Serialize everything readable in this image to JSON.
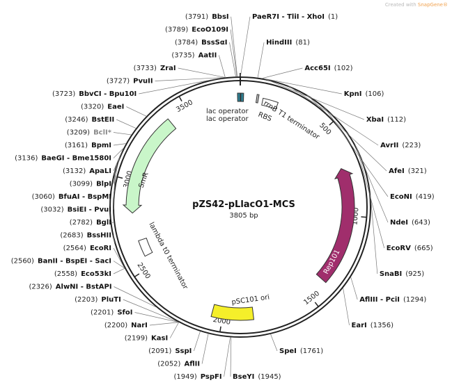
{
  "credit": {
    "prefix": "Created with",
    "brand": "SnapGene®"
  },
  "plasmid": {
    "name": "pZS42-pLlacO1-MCS",
    "size_label": "3805 bp",
    "length": 3805
  },
  "ticks": [
    {
      "pos": 500,
      "label": "500"
    },
    {
      "pos": 1000,
      "label": "1000"
    },
    {
      "pos": 1500,
      "label": "1500"
    },
    {
      "pos": 2000,
      "label": "2000"
    },
    {
      "pos": 2500,
      "label": "2500"
    },
    {
      "pos": 3000,
      "label": "3000"
    },
    {
      "pos": 3500,
      "label": "3500"
    }
  ],
  "features": [
    {
      "name": "lac operator",
      "start": 3790,
      "end": 3805,
      "color": "#2e7f92",
      "lane": 0
    },
    {
      "name": "lac operator",
      "start": 3,
      "end": 18,
      "color": "#2e7f92",
      "lane": 0
    },
    {
      "name": "RBS",
      "start": 90,
      "end": 100,
      "color": "#bdbdbd",
      "lane": 0
    },
    {
      "name": "rrnB T1 terminator",
      "start": 125,
      "end": 210,
      "color": "#ffffff",
      "lane": 0
    },
    {
      "name": "Rep101",
      "start": 1390,
      "end": 730,
      "color": "#a02e6c",
      "arrow": "ccw",
      "lane": 0
    },
    {
      "name": "pSC101 ori",
      "start": 1830,
      "end": 2060,
      "color": "#f5ef2a",
      "lane": 0
    },
    {
      "name": "lambda t0 terminator",
      "start": 2565,
      "end": 2660,
      "color": "#ffffff",
      "lane": 0
    },
    {
      "name": "SmR",
      "start": 3390,
      "end": 2820,
      "color": "#c9f6c9",
      "arrow": "ccw",
      "lane": 0
    }
  ],
  "feature_labels": [
    {
      "text": "lac operator"
    },
    {
      "text": "lac operator"
    },
    {
      "text": "RBS"
    },
    {
      "text": "rrnB T1 terminator"
    },
    {
      "text": "Rep101"
    },
    {
      "text": "pSC101 ori"
    },
    {
      "text": "lambda t0 terminator"
    },
    {
      "text": "SmR"
    }
  ],
  "sites_left": [
    {
      "name": "BbsI",
      "num": "(3791)",
      "pos": 3791,
      "dim": false
    },
    {
      "name": "EcoO109I",
      "num": "(3789)",
      "pos": 3789,
      "dim": false
    },
    {
      "name": "BssSαI",
      "num": "(3784)",
      "pos": 3784,
      "dim": false
    },
    {
      "name": "AatII",
      "num": "(3735)",
      "pos": 3735,
      "dim": false
    },
    {
      "name": "ZraI",
      "num": "(3733)",
      "pos": 3733,
      "dim": false
    },
    {
      "name": "PvuII",
      "num": "(3727)",
      "pos": 3727,
      "dim": false
    },
    {
      "name": "BbvCI - Bpu10I",
      "num": "(3723)",
      "pos": 3723,
      "dim": false
    },
    {
      "name": "EaeI",
      "num": "(3320)",
      "pos": 3320,
      "dim": false
    },
    {
      "name": "BstEII",
      "num": "(3246)",
      "pos": 3246,
      "dim": false
    },
    {
      "name": "BclI*",
      "num": "(3209)",
      "pos": 3209,
      "dim": true
    },
    {
      "name": "BpmI",
      "num": "(3161)",
      "pos": 3161,
      "dim": false
    },
    {
      "name": "BaeGI - Bme1580I",
      "num": "(3136)",
      "pos": 3136,
      "dim": false
    },
    {
      "name": "ApaLI",
      "num": "(3132)",
      "pos": 3132,
      "dim": false
    },
    {
      "name": "BlpI",
      "num": "(3099)",
      "pos": 3099,
      "dim": false
    },
    {
      "name": "BfuAI - BspMI",
      "num": "(3060)",
      "pos": 3060,
      "dim": false
    },
    {
      "name": "BsiEI - PvuI",
      "num": "(3032)",
      "pos": 3032,
      "dim": false
    },
    {
      "name": "BglI",
      "num": "(2782)",
      "pos": 2782,
      "dim": false
    },
    {
      "name": "BssHII",
      "num": "(2683)",
      "pos": 2683,
      "dim": false
    },
    {
      "name": "EcoRI",
      "num": "(2564)",
      "pos": 2564,
      "dim": false
    },
    {
      "name": "BanII - BspEI - SacI",
      "num": "(2560)",
      "pos": 2560,
      "dim": false
    },
    {
      "name": "Eco53kI",
      "num": "(2558)",
      "pos": 2558,
      "dim": false
    },
    {
      "name": "AlwNI - BstAPI",
      "num": "(2326)",
      "pos": 2326,
      "dim": false
    },
    {
      "name": "PluTI",
      "num": "(2203)",
      "pos": 2203,
      "dim": false
    },
    {
      "name": "SfoI",
      "num": "(2201)",
      "pos": 2201,
      "dim": false
    },
    {
      "name": "NarI",
      "num": "(2200)",
      "pos": 2200,
      "dim": false
    },
    {
      "name": "KasI",
      "num": "(2199)",
      "pos": 2199,
      "dim": false
    },
    {
      "name": "SspI",
      "num": "(2091)",
      "pos": 2091,
      "dim": false
    },
    {
      "name": "AflII",
      "num": "(2052)",
      "pos": 2052,
      "dim": false
    },
    {
      "name": "PspFI",
      "num": "(1949)",
      "pos": 1949,
      "dim": false
    }
  ],
  "sites_right": [
    {
      "name": "PaeR7I - TliI - XhoI",
      "num": "(1)",
      "pos": 1,
      "dim": false
    },
    {
      "name": "HindIII",
      "num": "(81)",
      "pos": 81,
      "dim": false
    },
    {
      "name": "Acc65I",
      "num": "(102)",
      "pos": 102,
      "dim": false
    },
    {
      "name": "KpnI",
      "num": "(106)",
      "pos": 106,
      "dim": false
    },
    {
      "name": "XbaI",
      "num": "(112)",
      "pos": 112,
      "dim": false
    },
    {
      "name": "AvrII",
      "num": "(223)",
      "pos": 223,
      "dim": false
    },
    {
      "name": "AfeI",
      "num": "(321)",
      "pos": 321,
      "dim": false
    },
    {
      "name": "EcoNI",
      "num": "(419)",
      "pos": 419,
      "dim": false
    },
    {
      "name": "NdeI",
      "num": "(643)",
      "pos": 643,
      "dim": false
    },
    {
      "name": "EcoRV",
      "num": "(665)",
      "pos": 665,
      "dim": false
    },
    {
      "name": "SnaBI",
      "num": "(925)",
      "pos": 925,
      "dim": false
    },
    {
      "name": "AflIII - PciI",
      "num": "(1294)",
      "pos": 1294,
      "dim": false
    },
    {
      "name": "EarI",
      "num": "(1356)",
      "pos": 1356,
      "dim": false
    },
    {
      "name": "SpeI",
      "num": "(1761)",
      "pos": 1761,
      "dim": false
    },
    {
      "name": "BseYI",
      "num": "(1945)",
      "pos": 1945,
      "dim": false
    }
  ]
}
